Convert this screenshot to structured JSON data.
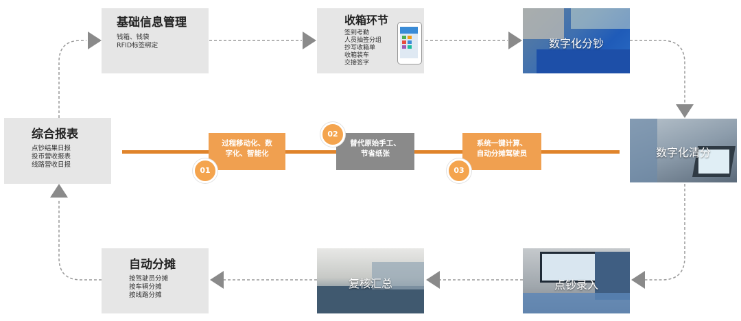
{
  "colors": {
    "accent": "#e0842b",
    "box": "#e6e6e6",
    "arrow": "#8a8a8a"
  },
  "base_info": {
    "title": "基础信息管理",
    "lines": [
      "钱箱、钱袋",
      "RFID标签绑定"
    ]
  },
  "collect": {
    "title": "收箱环节",
    "lines": [
      "签到考勤",
      "人员抽签分组",
      "抄写收箱单",
      "收箱装车",
      "交接签字"
    ]
  },
  "digital_count": {
    "caption": "数字化分钞"
  },
  "digital_sort": {
    "caption": "数字化清分"
  },
  "cash_entry": {
    "caption": "点钞录入"
  },
  "review": {
    "caption": "复核汇总"
  },
  "auto_alloc": {
    "title": "自动分摊",
    "lines": [
      "按驾驶员分摊",
      "按车辆分摊",
      "按线路分摊"
    ]
  },
  "report": {
    "title": "综合报表",
    "lines": [
      "点钞结果日报",
      "投币营收报表",
      "线路营收日报"
    ]
  },
  "steps": [
    {
      "num": "01",
      "text_line1": "过程移动化、数",
      "text_line2": "字化、智能化"
    },
    {
      "num": "02",
      "text_line1": "替代原始手工、",
      "text_line2": "节省纸张"
    },
    {
      "num": "03",
      "text_line1": "系统一键计算、",
      "text_line2": "自动分摊驾驶员"
    }
  ]
}
